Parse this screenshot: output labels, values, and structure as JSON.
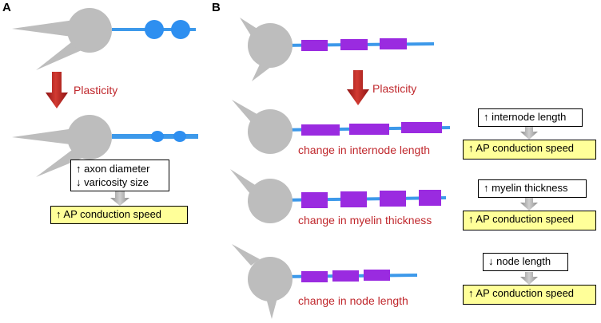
{
  "panels": {
    "a": "A",
    "b": "B"
  },
  "panel_a": {
    "arrow_label": "Plasticity",
    "box_lines": [
      "↑ axon diameter",
      "↓ varicosity size"
    ],
    "result": "↑ AP conduction speed"
  },
  "panel_b": {
    "arrow_label": "Plasticity",
    "changes": [
      "change in internode length",
      "change in myelin thickness",
      "change in node length"
    ],
    "effects": [
      "↑ internode length",
      "↑ myelin thickness",
      "↓ node length"
    ],
    "result": "↑ AP conduction speed"
  },
  "colors": {
    "soma": "#bdbdbd",
    "axon": "#3d99ea",
    "myelin": "#9a2be0",
    "varicosity": "#2e8ff0",
    "arrow_red": "#b8201f",
    "arrow_gray": "#a8a8a8",
    "highlight": "#ffff99"
  }
}
